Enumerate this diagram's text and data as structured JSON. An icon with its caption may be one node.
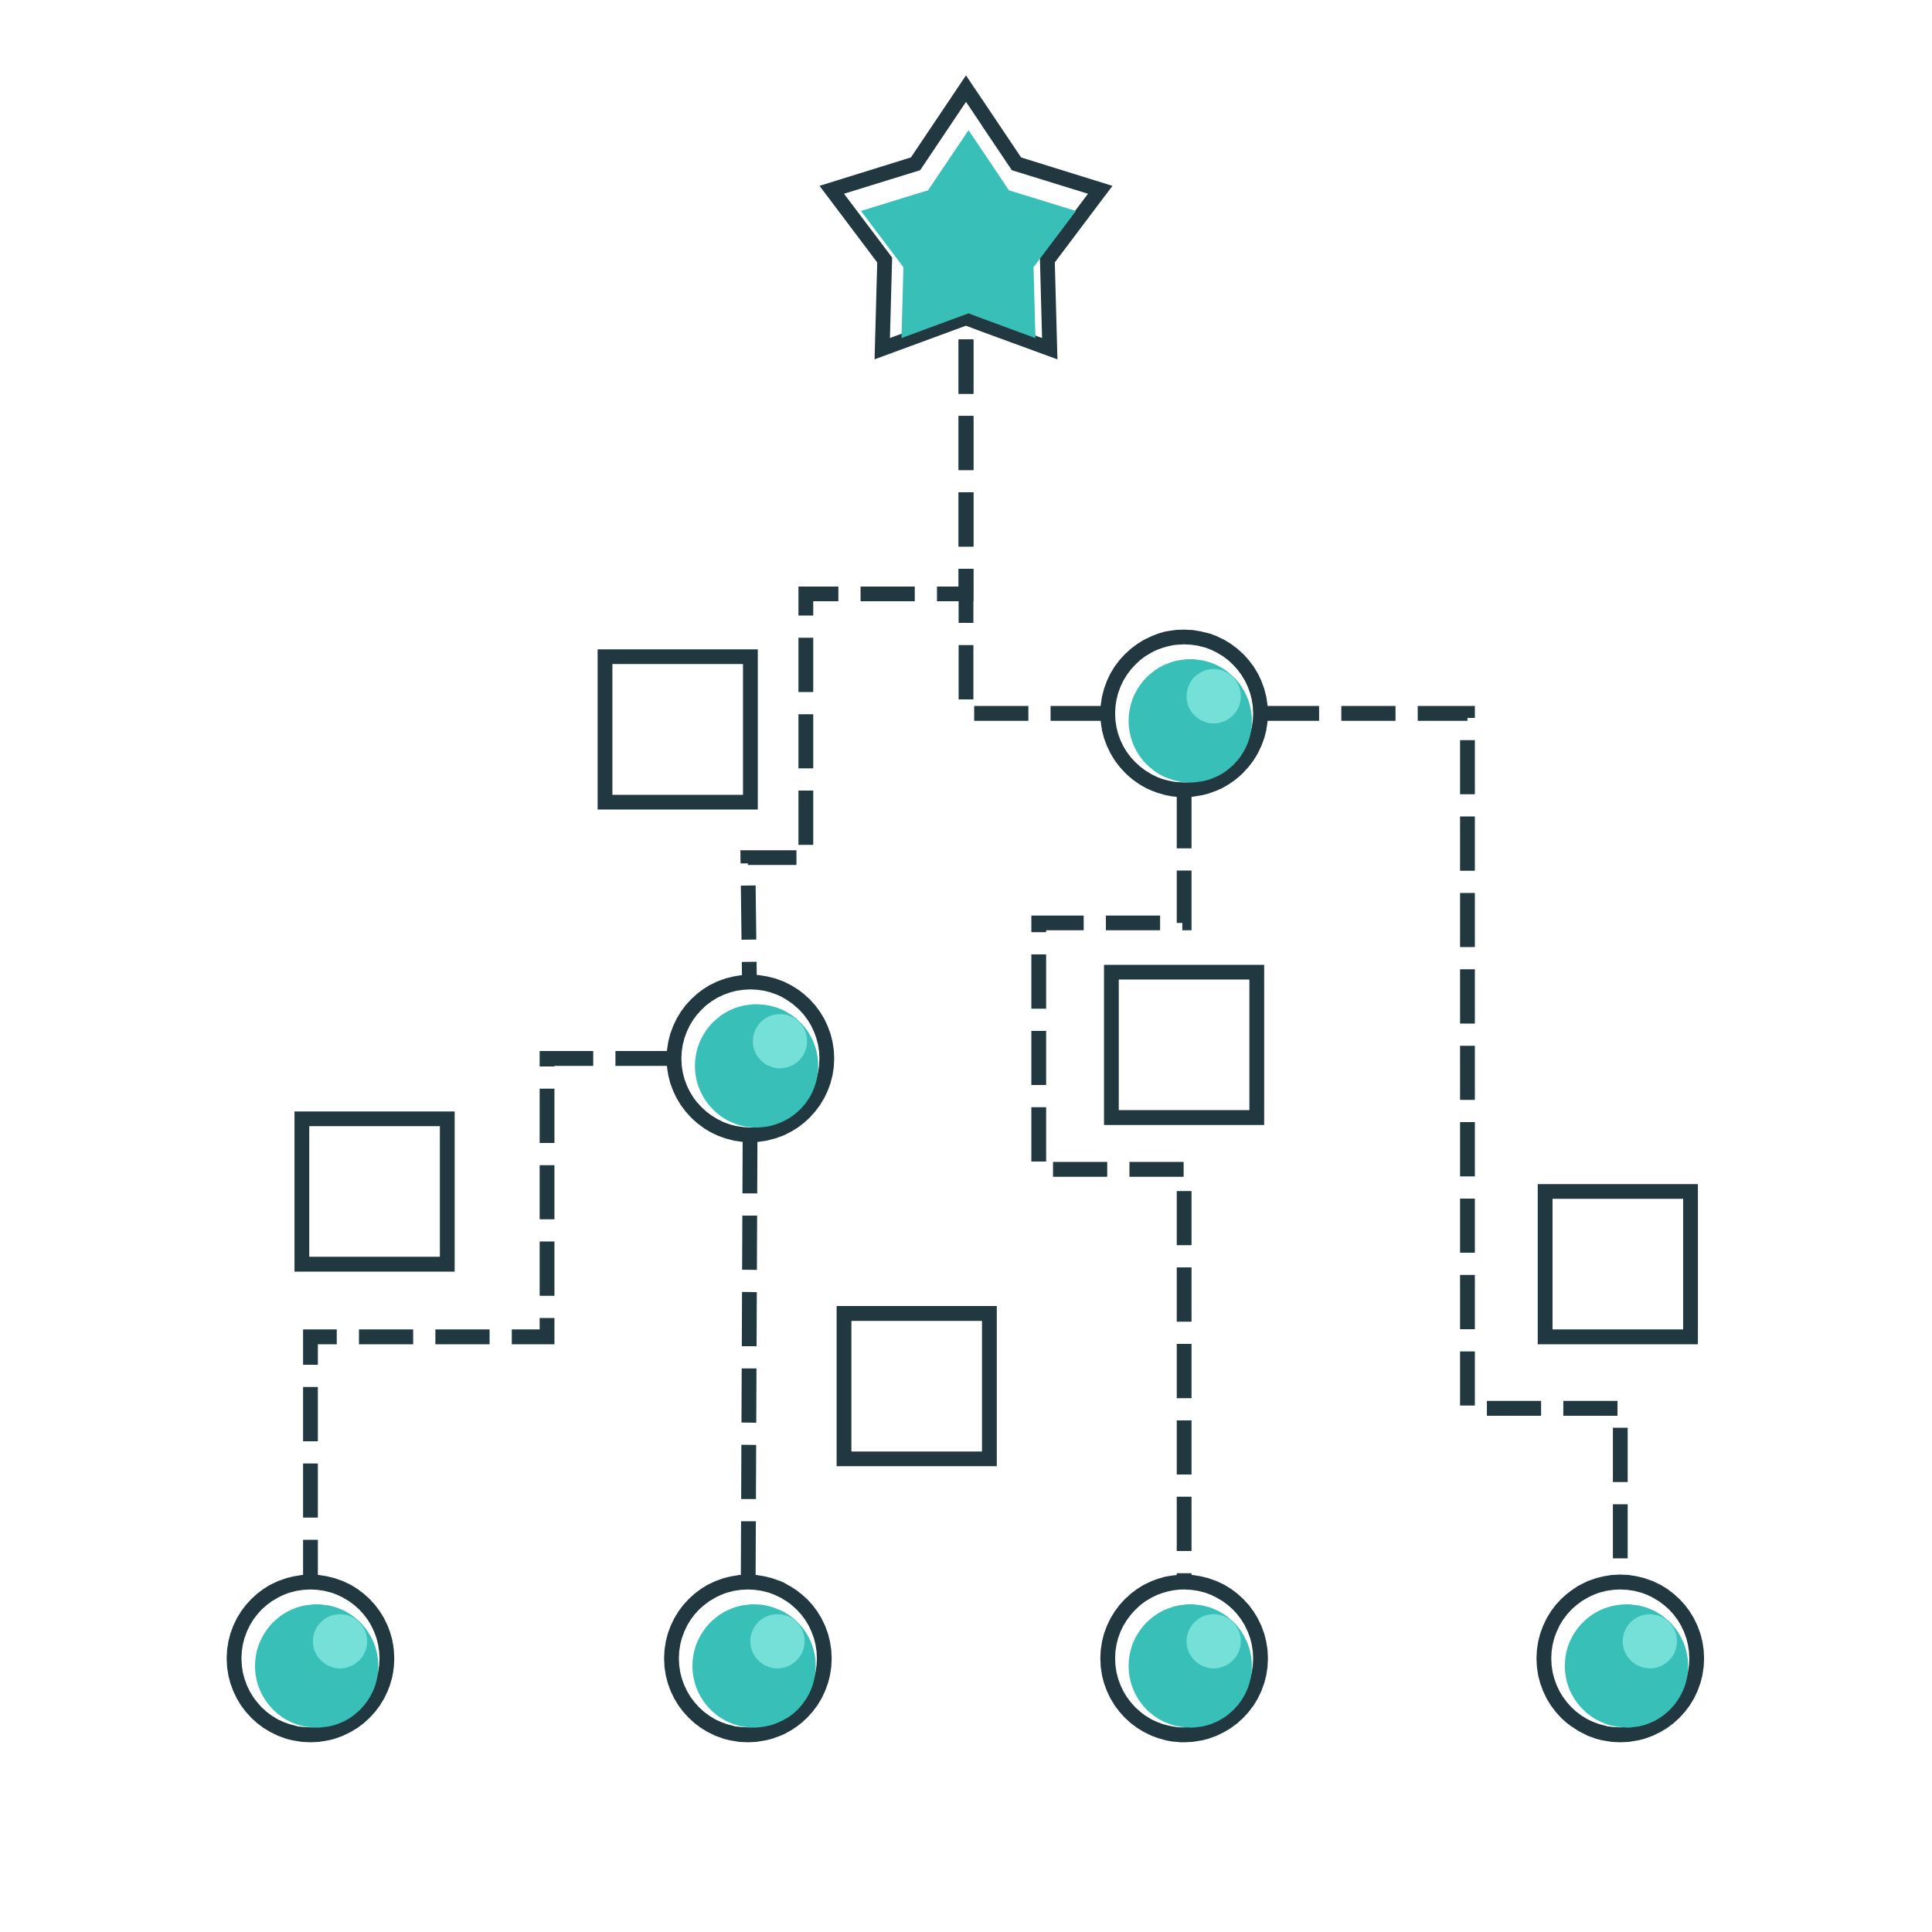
{
  "diagram": {
    "nodes": [
      {
        "text": [],
        "shape": "star"
      },
      {
        "text": [],
        "shape": "box"
      },
      {
        "text": [],
        "shape": "circle"
      },
      {
        "text": [],
        "shape": "circle"
      },
      {
        "text": [],
        "shape": "box"
      },
      {
        "text": [],
        "shape": "box"
      },
      {
        "text": [],
        "shape": "box"
      },
      {
        "text": [],
        "shape": "box"
      },
      {
        "text": [],
        "shape": "circle"
      },
      {
        "text": [],
        "shape": "circle"
      },
      {
        "text": [],
        "shape": "circle"
      },
      {
        "text": [],
        "shape": "circle"
      }
    ],
    "edges": [
      {
        "from": 0,
        "to": 2,
        "arrow": "none",
        "style": "dashed"
      },
      {
        "from": 0,
        "to": 3,
        "arrow": "none",
        "style": "dashed"
      },
      {
        "from": 3,
        "to": 8,
        "arrow": "none",
        "style": "dashed"
      },
      {
        "from": 3,
        "to": 9,
        "arrow": "none",
        "style": "dashed"
      },
      {
        "from": 2,
        "to": 10,
        "arrow": "none",
        "style": "dashed"
      },
      {
        "from": 2,
        "to": 11,
        "arrow": "none",
        "style": "dashed"
      }
    ]
  }
}
